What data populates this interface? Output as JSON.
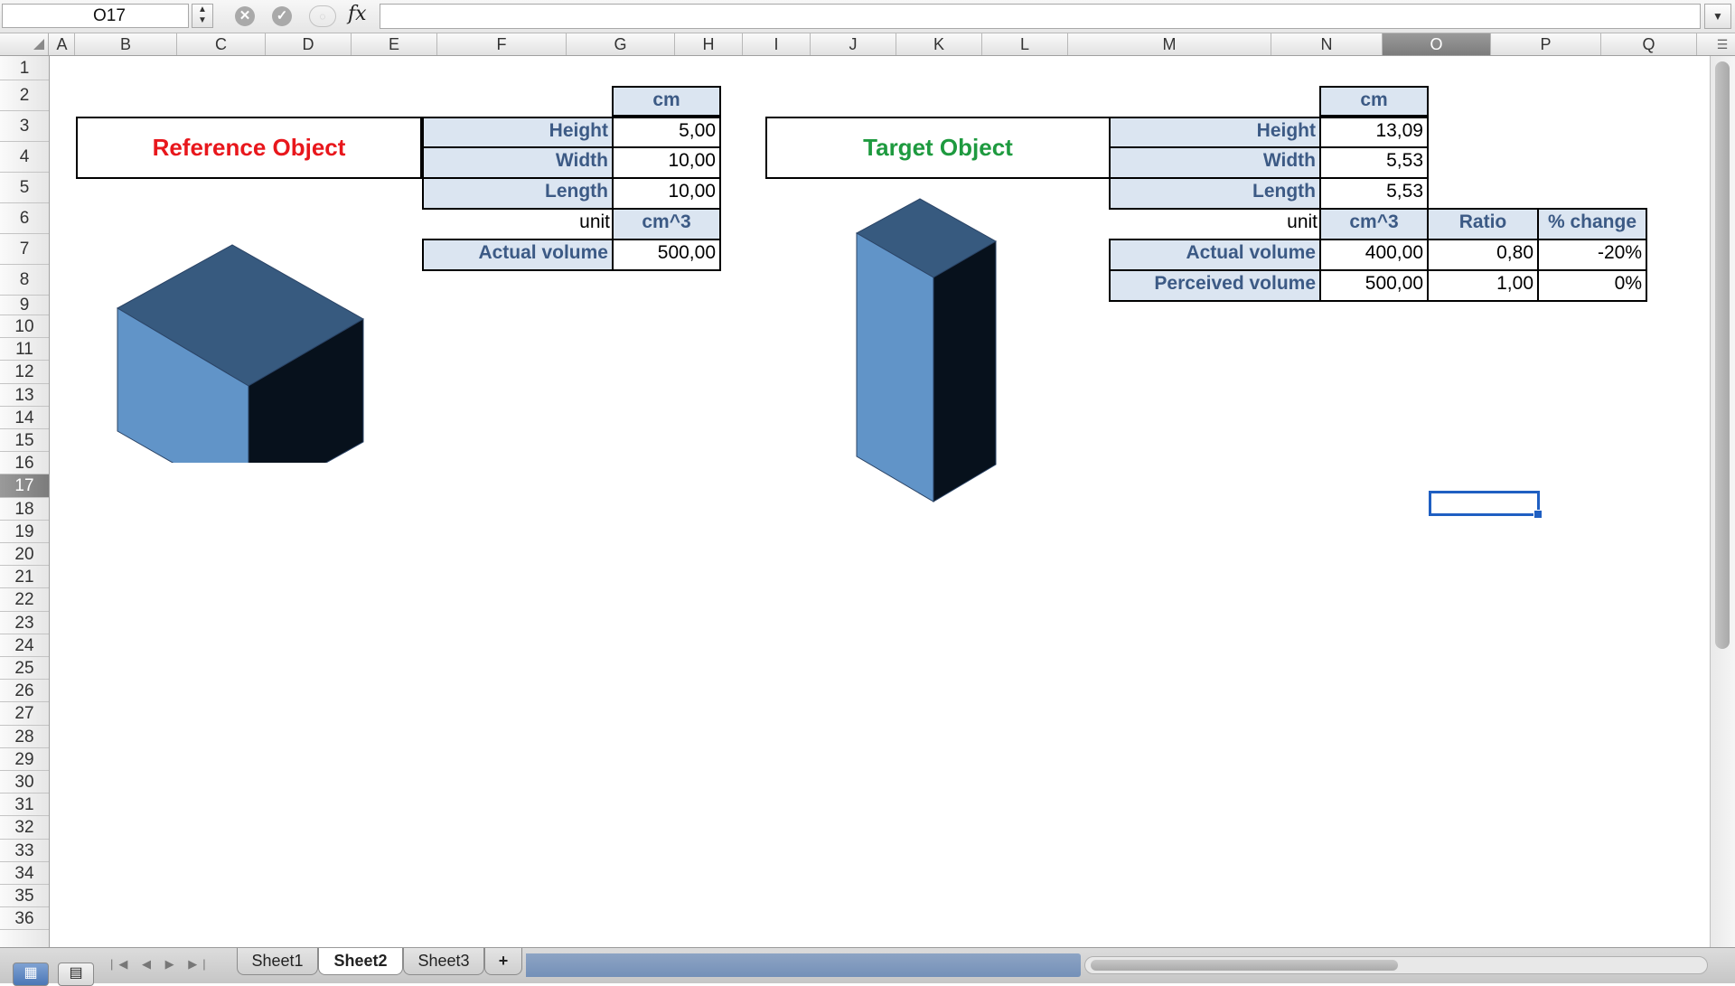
{
  "formula_bar": {
    "name_box": "O17",
    "fx_label": "fx",
    "formula": "",
    "cancel_icon": "cancel-icon",
    "confirm_icon": "confirm-icon"
  },
  "columns": [
    "A",
    "B",
    "C",
    "D",
    "E",
    "F",
    "G",
    "H",
    "I",
    "J",
    "K",
    "L",
    "M",
    "N",
    "O",
    "P",
    "Q"
  ],
  "selected_column": "O",
  "selected_row": "17",
  "rows": [
    "1",
    "2",
    "3",
    "4",
    "5",
    "6",
    "7",
    "8",
    "9",
    "10",
    "11",
    "12",
    "13",
    "14",
    "15",
    "16",
    "17",
    "18",
    "19",
    "20",
    "21",
    "22",
    "23",
    "24",
    "25",
    "26",
    "27",
    "28",
    "29",
    "30",
    "31",
    "32",
    "33",
    "34",
    "35",
    "36"
  ],
  "reference": {
    "title": "Reference Object",
    "title_color": "#e8171c",
    "unit_label": "unit",
    "unit": "cm",
    "height_label": "Height",
    "height": "5,00",
    "width_label": "Width",
    "width": "10,00",
    "length_label": "Length",
    "length": "10,00",
    "volume_unit_label": "unit",
    "volume_unit": "cm^3",
    "actual_volume_label": "Actual volume",
    "actual_volume": "500,00"
  },
  "target": {
    "title": "Target Object",
    "title_color": "#1e9a3f",
    "unit_label": "unit",
    "unit": "cm",
    "height_label": "Height",
    "height": "13,09",
    "width_label": "Width",
    "width": "5,53",
    "length_label": "Length",
    "length": "5,53",
    "volume_unit_label": "unit",
    "volume_unit": "cm^3",
    "ratio_label": "Ratio",
    "change_label": "% change",
    "actual_volume_label": "Actual volume",
    "actual_volume": "400,00",
    "actual_ratio": "0,80",
    "actual_change": "-20%",
    "perceived_volume_label": "Perceived volume",
    "perceived_volume": "500,00",
    "perceived_ratio": "1,00",
    "perceived_change": "0%"
  },
  "cube_colors": {
    "top": "#375a7f",
    "front": "#6194c8",
    "side": "#07111c"
  },
  "sheets": [
    "Sheet1",
    "Sheet2",
    "Sheet3"
  ],
  "active_sheet": "Sheet2",
  "add_sheet_label": "+",
  "view_buttons": [
    "normal-view-icon",
    "page-layout-view-icon"
  ]
}
